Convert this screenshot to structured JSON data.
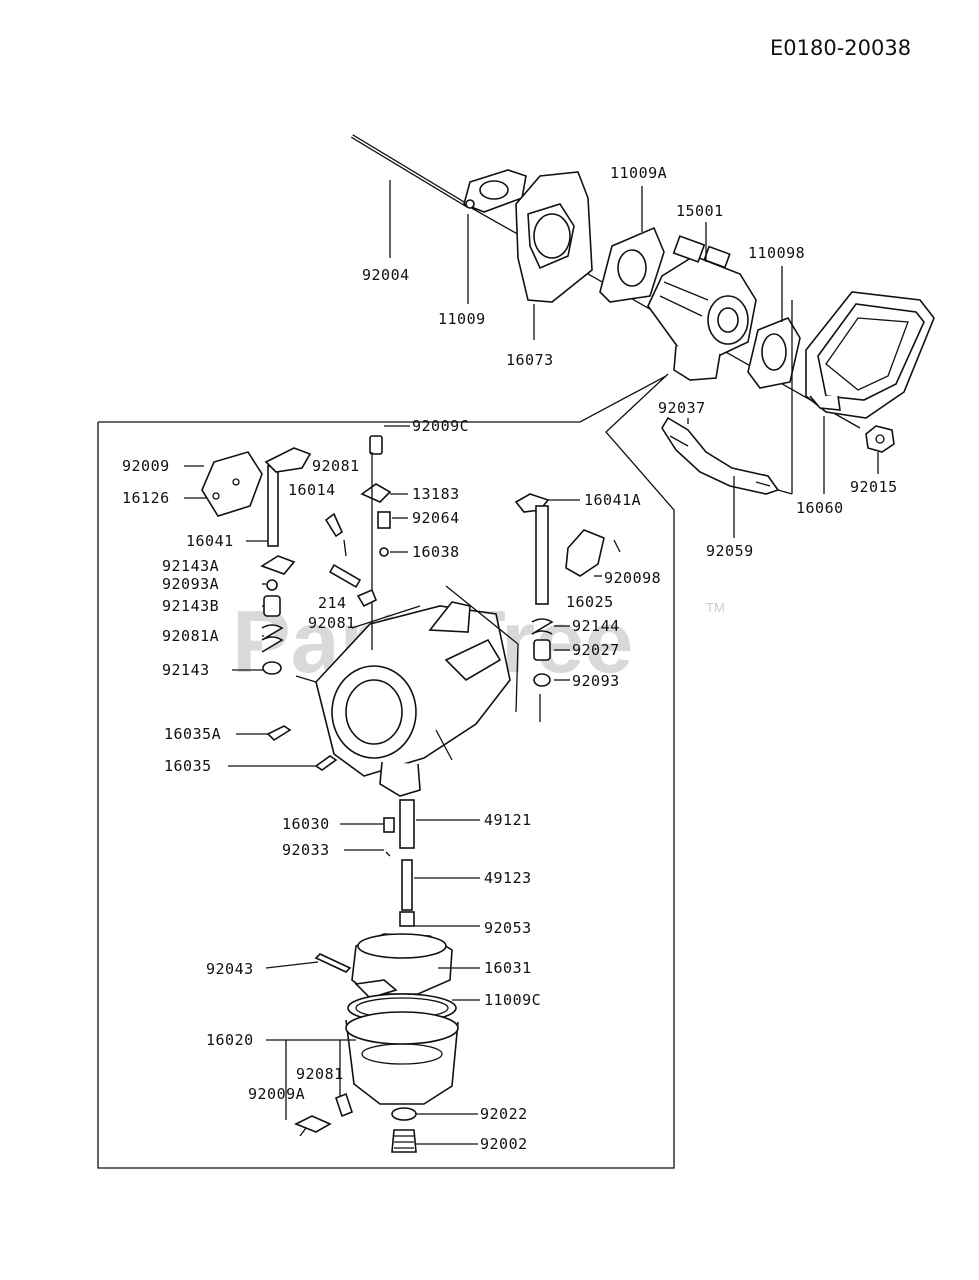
{
  "drawing_code": "E0180-20038",
  "watermark": {
    "text": "PartsTree",
    "trademark": "TM"
  },
  "labels": [
    {
      "id": "92004",
      "text": "92004"
    },
    {
      "id": "11009",
      "text": "11009"
    },
    {
      "id": "16073",
      "text": "16073"
    },
    {
      "id": "11009A",
      "text": "11009A"
    },
    {
      "id": "15001",
      "text": "15001"
    },
    {
      "id": "11009B",
      "text": "110098"
    },
    {
      "id": "92037",
      "text": "92037"
    },
    {
      "id": "92015",
      "text": "92015"
    },
    {
      "id": "16060",
      "text": "16060"
    },
    {
      "id": "92059",
      "text": "92059"
    },
    {
      "id": "92009",
      "text": "92009"
    },
    {
      "id": "16126",
      "text": "16126"
    },
    {
      "id": "16041",
      "text": "16041"
    },
    {
      "id": "92143A",
      "text": "92143A"
    },
    {
      "id": "92093A",
      "text": "92093A"
    },
    {
      "id": "92143B",
      "text": "92143B"
    },
    {
      "id": "92081A",
      "text": "92081A"
    },
    {
      "id": "92143",
      "text": "92143"
    },
    {
      "id": "92009C",
      "text": "92009C"
    },
    {
      "id": "92081_top",
      "text": "92081"
    },
    {
      "id": "16014",
      "text": "16014"
    },
    {
      "id": "13183",
      "text": "13183"
    },
    {
      "id": "92064",
      "text": "92064"
    },
    {
      "id": "16038",
      "text": "16038"
    },
    {
      "id": "214",
      "text": "214"
    },
    {
      "id": "92081_mid",
      "text": "92081"
    },
    {
      "id": "16041A",
      "text": "16041A"
    },
    {
      "id": "92009B",
      "text": "920098"
    },
    {
      "id": "16025",
      "text": "16025"
    },
    {
      "id": "92144",
      "text": "92144"
    },
    {
      "id": "92027",
      "text": "92027"
    },
    {
      "id": "92093",
      "text": "92093"
    },
    {
      "id": "16035A",
      "text": "16035A"
    },
    {
      "id": "16035",
      "text": "16035"
    },
    {
      "id": "16030",
      "text": "16030"
    },
    {
      "id": "49121",
      "text": "49121"
    },
    {
      "id": "92033",
      "text": "92033"
    },
    {
      "id": "49123",
      "text": "49123"
    },
    {
      "id": "92053",
      "text": "92053"
    },
    {
      "id": "92043",
      "text": "92043"
    },
    {
      "id": "16031",
      "text": "16031"
    },
    {
      "id": "11009C",
      "text": "11009C"
    },
    {
      "id": "16020",
      "text": "16020"
    },
    {
      "id": "92081_bot",
      "text": "92081"
    },
    {
      "id": "92009A",
      "text": "92009A"
    },
    {
      "id": "92022",
      "text": "92022"
    },
    {
      "id": "92002",
      "text": "92002"
    }
  ]
}
